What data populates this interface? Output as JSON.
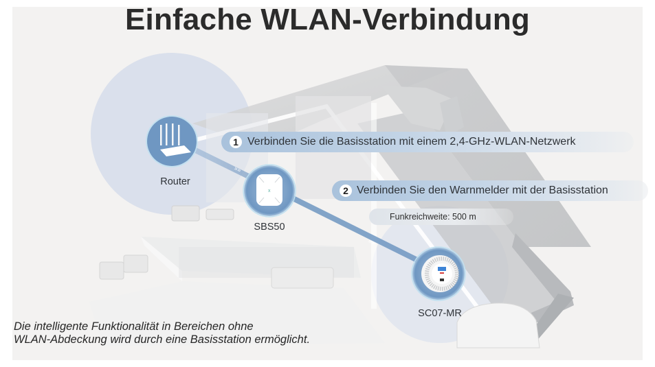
{
  "title": "Einfache WLAN-Verbindung",
  "steps": [
    {
      "number": "1",
      "text": "Verbinden Sie die Basisstation mit einem 2,4-GHz-WLAN-Netzwerk"
    },
    {
      "number": "2",
      "text": "Verbinden Sie den Warnmelder mit der Basisstation"
    }
  ],
  "range_badge": "Funkreichweite: 500 m",
  "devices": {
    "router": {
      "label": "Router",
      "icon": "router-icon"
    },
    "base_station": {
      "label": "SBS50",
      "icon": "base-station-icon"
    },
    "detector": {
      "label": "SC07-MR",
      "icon": "smoke-detector-icon"
    }
  },
  "caption": {
    "line1": "Die intelligente Funktionalität in Bereichen ohne",
    "line2": "WLAN-Abdeckung wird durch eine Basisstation ermöglicht."
  },
  "colors": {
    "accent_blue": "#6f97c2",
    "coverage_circle": "#d7deec",
    "title_text": "#2b2b2b",
    "panel_bg": "#f3f2f1"
  }
}
